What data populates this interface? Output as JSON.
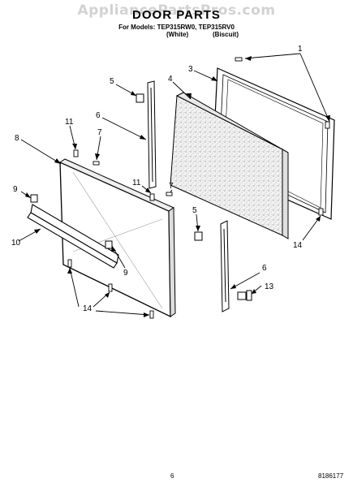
{
  "watermark": "AppliancePartsPros.com",
  "header": {
    "title": "DOOR PARTS",
    "models_line": "For Models: TEP315RW0, TEP315RV0",
    "variant_white": "(White)",
    "variant_biscuit": "(Biscuit)"
  },
  "footer": {
    "page_number": "6",
    "document_number": "8186177"
  },
  "callouts": [
    "1",
    "3",
    "4",
    "5",
    "6",
    "11",
    "7",
    "8",
    "9",
    "10",
    "11",
    "7",
    "5",
    "9",
    "14",
    "6",
    "13",
    "14"
  ]
}
